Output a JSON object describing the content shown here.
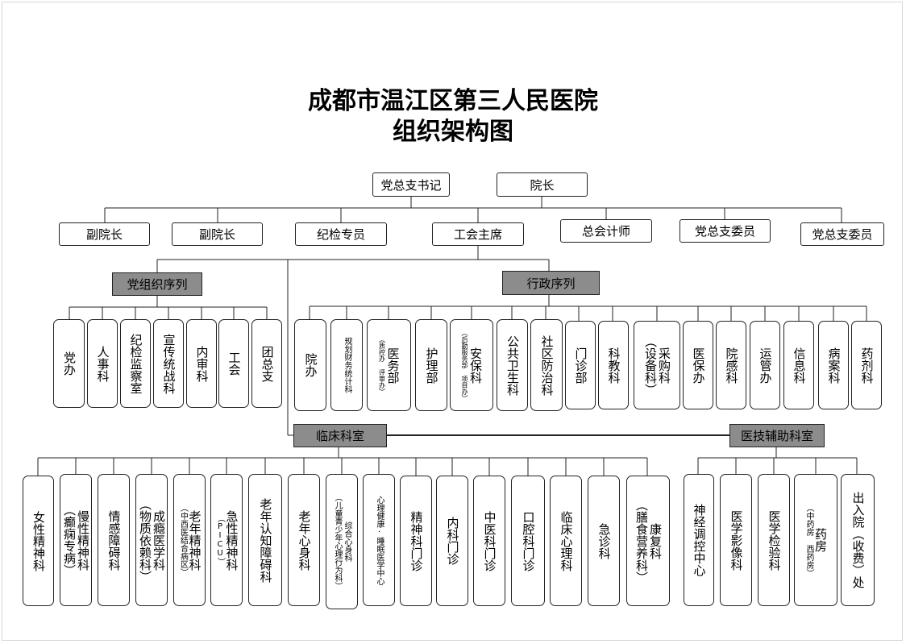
{
  "title": {
    "line1": "成都市温江区第三人民医院",
    "line2": "组织架构图"
  },
  "top": {
    "secretary": "党总支书记",
    "president": "院长"
  },
  "level2": [
    "副院长",
    "副院长",
    "纪检专员",
    "工会主席",
    "总会计师",
    "党总支委员",
    "党总支委员"
  ],
  "sections": {
    "party": "党组织序列",
    "admin": "行政序列",
    "clinical": "临床科室",
    "tech": "医技辅助科室"
  },
  "party_depts": [
    "党办",
    "人事科",
    "纪检监察室",
    "宣传统战科",
    "内审科",
    "工会",
    "团总支"
  ],
  "admin_depts": {
    "yuanban": "院办",
    "guihua": "规划财务统计科",
    "yiwu_main": "医务部",
    "yiwu_sub": "（质控办 评审办）",
    "huli": "护理部",
    "anbao_main": "安保科",
    "anbao_sub": "（后勤服务部 项目办）",
    "gonggong": "公共卫生科",
    "shequ": "社区防治科",
    "menzhen": "门诊部",
    "kejiao": "科教科",
    "caigou_main": "采购科",
    "caigou_sub": "（设备科）",
    "yibao": "医保办",
    "yuangan": "院感科",
    "yunguan": "运管办",
    "xinxi": "信息科",
    "bingan": "病案科",
    "yaoji": "药剂科"
  },
  "clinical_depts": {
    "nvxing": "女性精神科",
    "manxing_main": "慢性精神科",
    "manxing_sub": "（癫痫专病）",
    "qinggan": "情感障碍科",
    "chengyin_main": "成瘾医学科",
    "chengyin_sub": "（物质依赖科）",
    "laonian_main": "老年精神科",
    "laonian_sub": "（中西医结合病区）",
    "jixing_main": "急性精神科",
    "jixing_sub": "（PICU）",
    "renzhi": "老年认知障碍科",
    "xinshen": "老年心身科",
    "zonghe_main": "综合心身科",
    "zonghe_sub": "（儿童青少年心理行为科）",
    "xinli": "心理健康·睡眠医学中心",
    "jingshen_mz": "精神科门诊",
    "neike_mz": "内科门诊",
    "zhongyi_mz": "中医科门诊",
    "kouqiang_mz": "口腔科门诊",
    "linchuang_xl": "临床心理科",
    "jizhen": "急诊科",
    "kangfu_main": "康复科",
    "kangfu_sub": "（膳食营养科）"
  },
  "tech_depts": {
    "shenjing": "神经调控中心",
    "yingxiang": "医学影像科",
    "jianyan": "医学检验科",
    "yaofang_main": "药房",
    "yaofang_sub": "（中药房 西药房）",
    "churuyuan": "出入院（收费）处"
  }
}
